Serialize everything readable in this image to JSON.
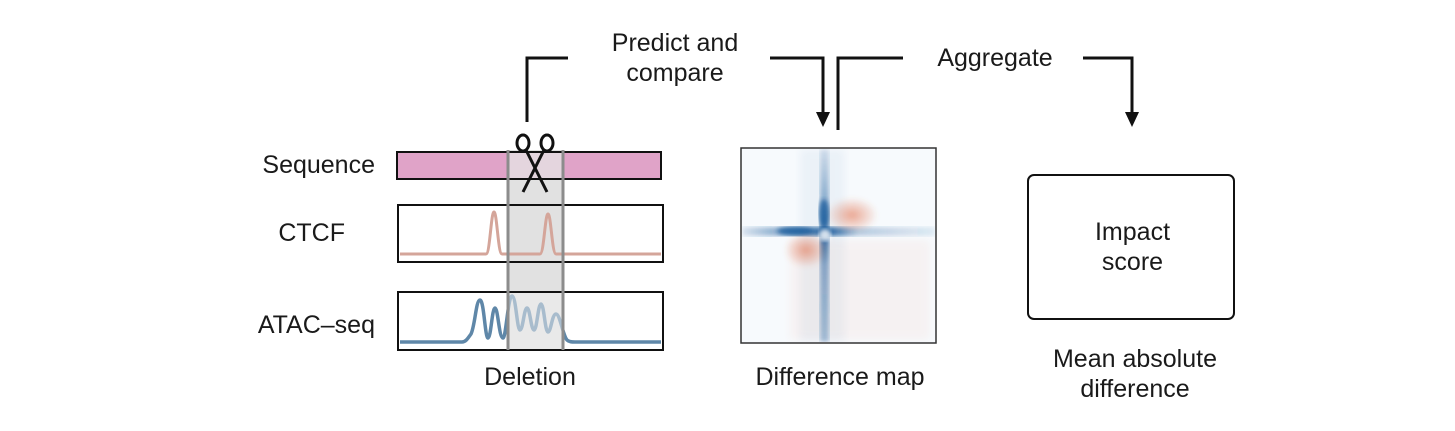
{
  "labels": {
    "predict": [
      "Predict and",
      "compare"
    ],
    "aggregate": "Aggregate",
    "sequence": "Sequence",
    "ctcf": "CTCF",
    "atac": "ATAC–seq",
    "deletion": "Deletion",
    "difference_map": "Difference map",
    "impact": [
      "Impact",
      "score"
    ],
    "mean_abs": [
      "Mean absolute",
      "difference"
    ]
  },
  "icons": {
    "scissors": "scissors-icon"
  },
  "colors": {
    "sequence_bar": "#e0a3c8",
    "ctcf_track": "#d4a59a",
    "atac_track": "#5f87a8",
    "deletion_region": "#dcdcdc",
    "heatmap_blue": "#1f5f9e",
    "heatmap_red": "#e0643c",
    "outline": "#111111"
  }
}
